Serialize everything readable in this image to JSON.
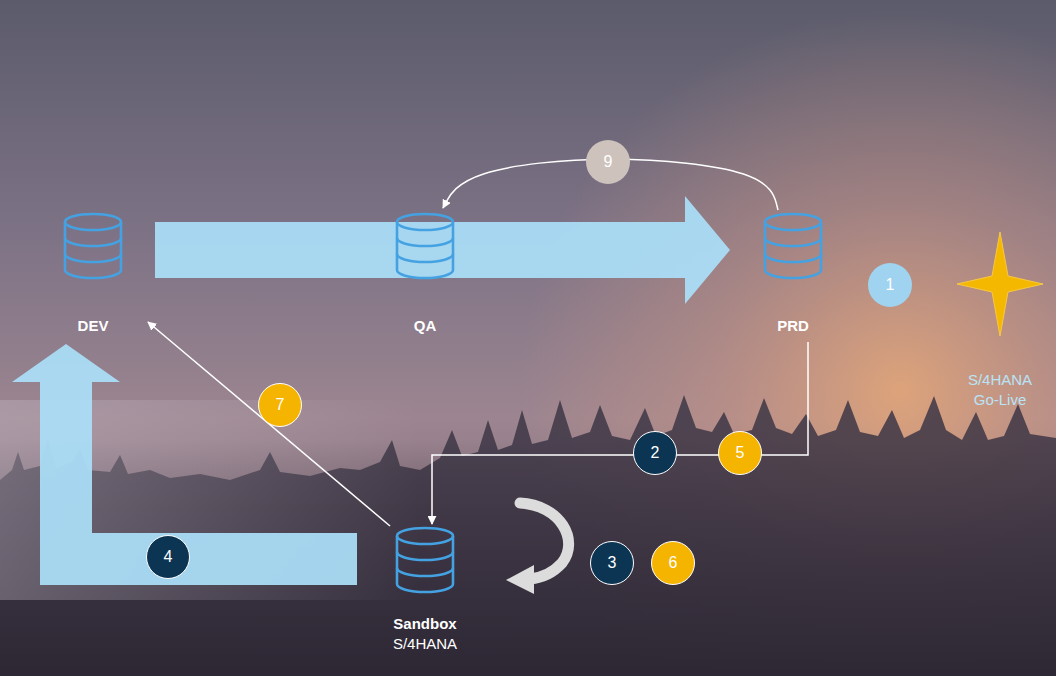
{
  "diagram": {
    "nodes": [
      {
        "text": [
          "DEV"
        ]
      },
      {
        "text": [
          "QA"
        ]
      },
      {
        "text": [
          "PRD"
        ]
      },
      {
        "text": [
          "S/4HANA Go-Live"
        ]
      },
      {
        "text": [
          "Sandbox",
          "S/4HANA"
        ]
      }
    ],
    "edges": [
      {
        "from": 0,
        "to": 2,
        "arrow": "to"
      },
      {
        "from": 2,
        "to": 1,
        "arrow": "to"
      },
      {
        "from": 2,
        "to": 4,
        "arrow": "to"
      },
      {
        "from": 4,
        "to": 0,
        "arrow": "to"
      },
      {
        "from": 4,
        "to": 0,
        "arrow": "to"
      }
    ],
    "labels": [
      "9",
      "1",
      "7",
      "2",
      "5",
      "4",
      "3",
      "6"
    ]
  }
}
